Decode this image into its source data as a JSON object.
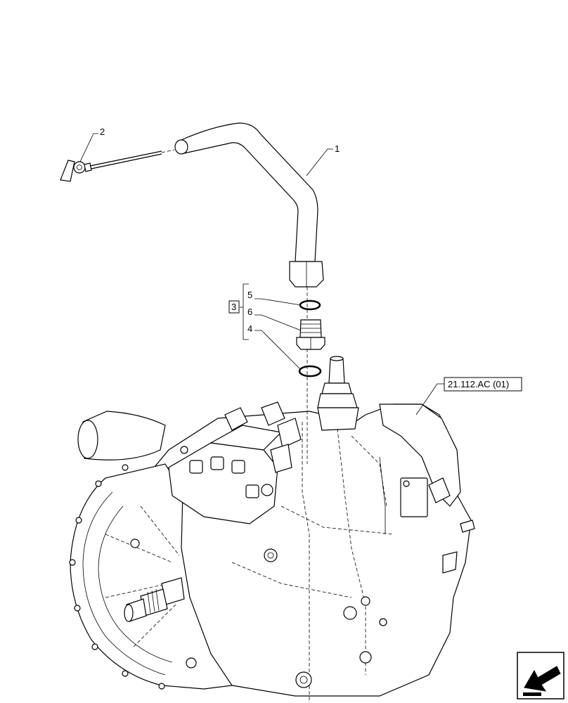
{
  "callouts": {
    "item_1": "1",
    "item_2": "2",
    "item_3": "3",
    "item_4": "4",
    "item_5": "5",
    "item_6": "6"
  },
  "reference": {
    "label": "21.112.AC (01)"
  },
  "icons": {
    "nav": "arrow-down-left-icon"
  }
}
